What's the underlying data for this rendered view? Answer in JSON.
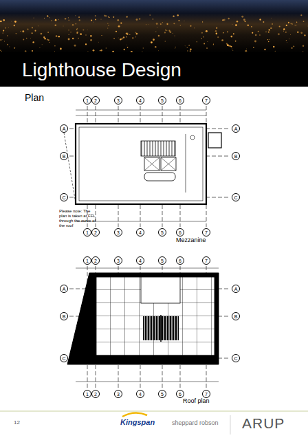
{
  "diagram": {
    "title": "Lighthouse Design",
    "nodes": [
      {
        "text": [
          "1"
        ]
      },
      {
        "text": [
          "2"
        ]
      },
      {
        "text": [
          "3"
        ]
      },
      {
        "text": [
          "4"
        ]
      },
      {
        "text": [
          "5"
        ]
      },
      {
        "text": [
          "6"
        ]
      },
      {
        "text": [
          "7"
        ]
      },
      {
        "text": [
          "A"
        ]
      },
      {
        "text": [
          "B"
        ]
      },
      {
        "text": [
          "C"
        ]
      },
      {
        "text": [
          "A"
        ]
      },
      {
        "text": [
          "B"
        ]
      },
      {
        "text": [
          "C"
        ]
      },
      {
        "text": [
          "1"
        ]
      },
      {
        "text": [
          "2"
        ]
      },
      {
        "text": [
          "3"
        ]
      },
      {
        "text": [
          "4"
        ]
      },
      {
        "text": [
          "5"
        ]
      },
      {
        "text": [
          "6"
        ]
      },
      {
        "text": [
          "7"
        ]
      },
      {
        "text": [
          "1"
        ]
      },
      {
        "text": [
          "2"
        ]
      },
      {
        "text": [
          "3"
        ]
      },
      {
        "text": [
          "4"
        ]
      },
      {
        "text": [
          "5"
        ]
      },
      {
        "text": [
          "6"
        ]
      },
      {
        "text": [
          "7"
        ]
      },
      {
        "text": [
          "A"
        ]
      },
      {
        "text": [
          "B"
        ]
      },
      {
        "text": [
          "C"
        ]
      },
      {
        "text": [
          "A"
        ]
      },
      {
        "text": [
          "B"
        ]
      },
      {
        "text": [
          "C"
        ]
      },
      {
        "text": [
          "1"
        ]
      },
      {
        "text": [
          "2"
        ]
      },
      {
        "text": [
          "3"
        ]
      },
      {
        "text": [
          "4"
        ]
      },
      {
        "text": [
          "5"
        ]
      },
      {
        "text": [
          "6"
        ]
      },
      {
        "text": [
          "7"
        ]
      }
    ],
    "labels": [
      "Plan",
      "Please note: The plan is taken at FFL through the curve of the roof",
      "Mezzanine",
      "Roof plan",
      "12",
      "Kingspan",
      "sheppard robson",
      "ARUP"
    ]
  }
}
